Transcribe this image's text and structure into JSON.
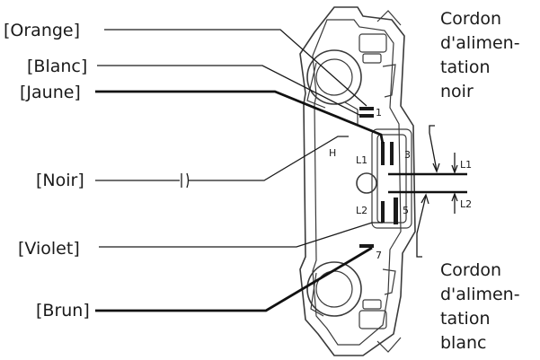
{
  "labels": {
    "orange": "[Orange]",
    "blanc": "[Blanc]",
    "jaune": "[Jaune]",
    "noir": "[Noir]",
    "violet": "[Violet]",
    "brun": "[Brun]"
  },
  "pins": {
    "p1": "1",
    "p3": "3",
    "p5": "5",
    "p7": "7",
    "h": "H",
    "l1": "L1",
    "l2": "L2"
  },
  "side_marks": {
    "l1": "L1",
    "l2": "L2"
  },
  "cordon_noir": [
    "Cordon",
    "d'alimen-",
    "tation",
    "noir"
  ],
  "cordon_blanc": [
    "Cordon",
    "d'alimen-",
    "tation",
    "blanc"
  ]
}
